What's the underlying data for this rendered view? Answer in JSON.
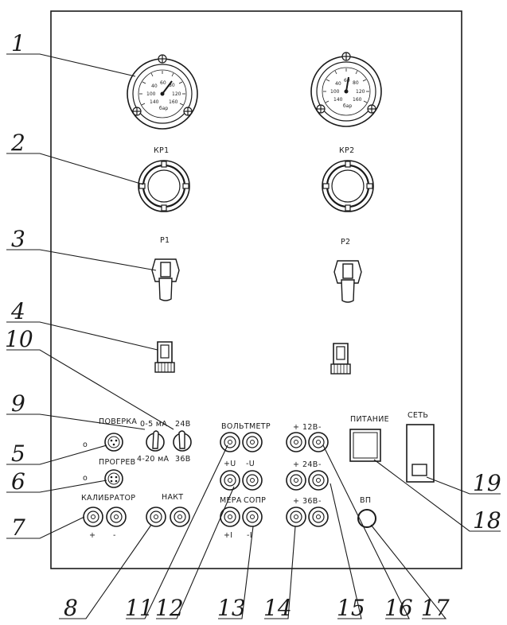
{
  "labels": {
    "kr1": "КР1",
    "kr2": "КР2",
    "p1": "Р1",
    "p2": "Р2",
    "poverka": "ПОВЕРКА",
    "progrev": "ПРОГРЕВ",
    "kalibrator": "КАЛИБРАТОР",
    "nakt": "НАКТ",
    "range_top": "0-5 мА",
    "range_bottom": "4-20 мА",
    "volt_24": "24В",
    "volt_36": "36В",
    "voltmetr": "ВОЛЬТМЕТР",
    "plus_u": "+U",
    "minus_u": "-U",
    "mera": "МЕРА",
    "sopr": "СОПР",
    "mera_sign": "+I",
    "sopr_sign": "-I",
    "v12": "12В",
    "v24": "24В",
    "v36": "36В",
    "plus": "+",
    "minus": "-",
    "vp": "ВП",
    "pitanie": "ПИТАНИЕ",
    "set": "СЕТЬ",
    "kal_plus": "+",
    "kal_minus": "-",
    "led": "o"
  },
  "gauge_scale": [
    "40",
    "60",
    "80",
    "100",
    "120",
    "140",
    "160",
    "бар"
  ],
  "callouts": [
    "1",
    "2",
    "3",
    "4",
    "5",
    "6",
    "7",
    "8",
    "9",
    "10",
    "11",
    "12",
    "13",
    "14",
    "15",
    "16",
    "17",
    "18",
    "19"
  ]
}
